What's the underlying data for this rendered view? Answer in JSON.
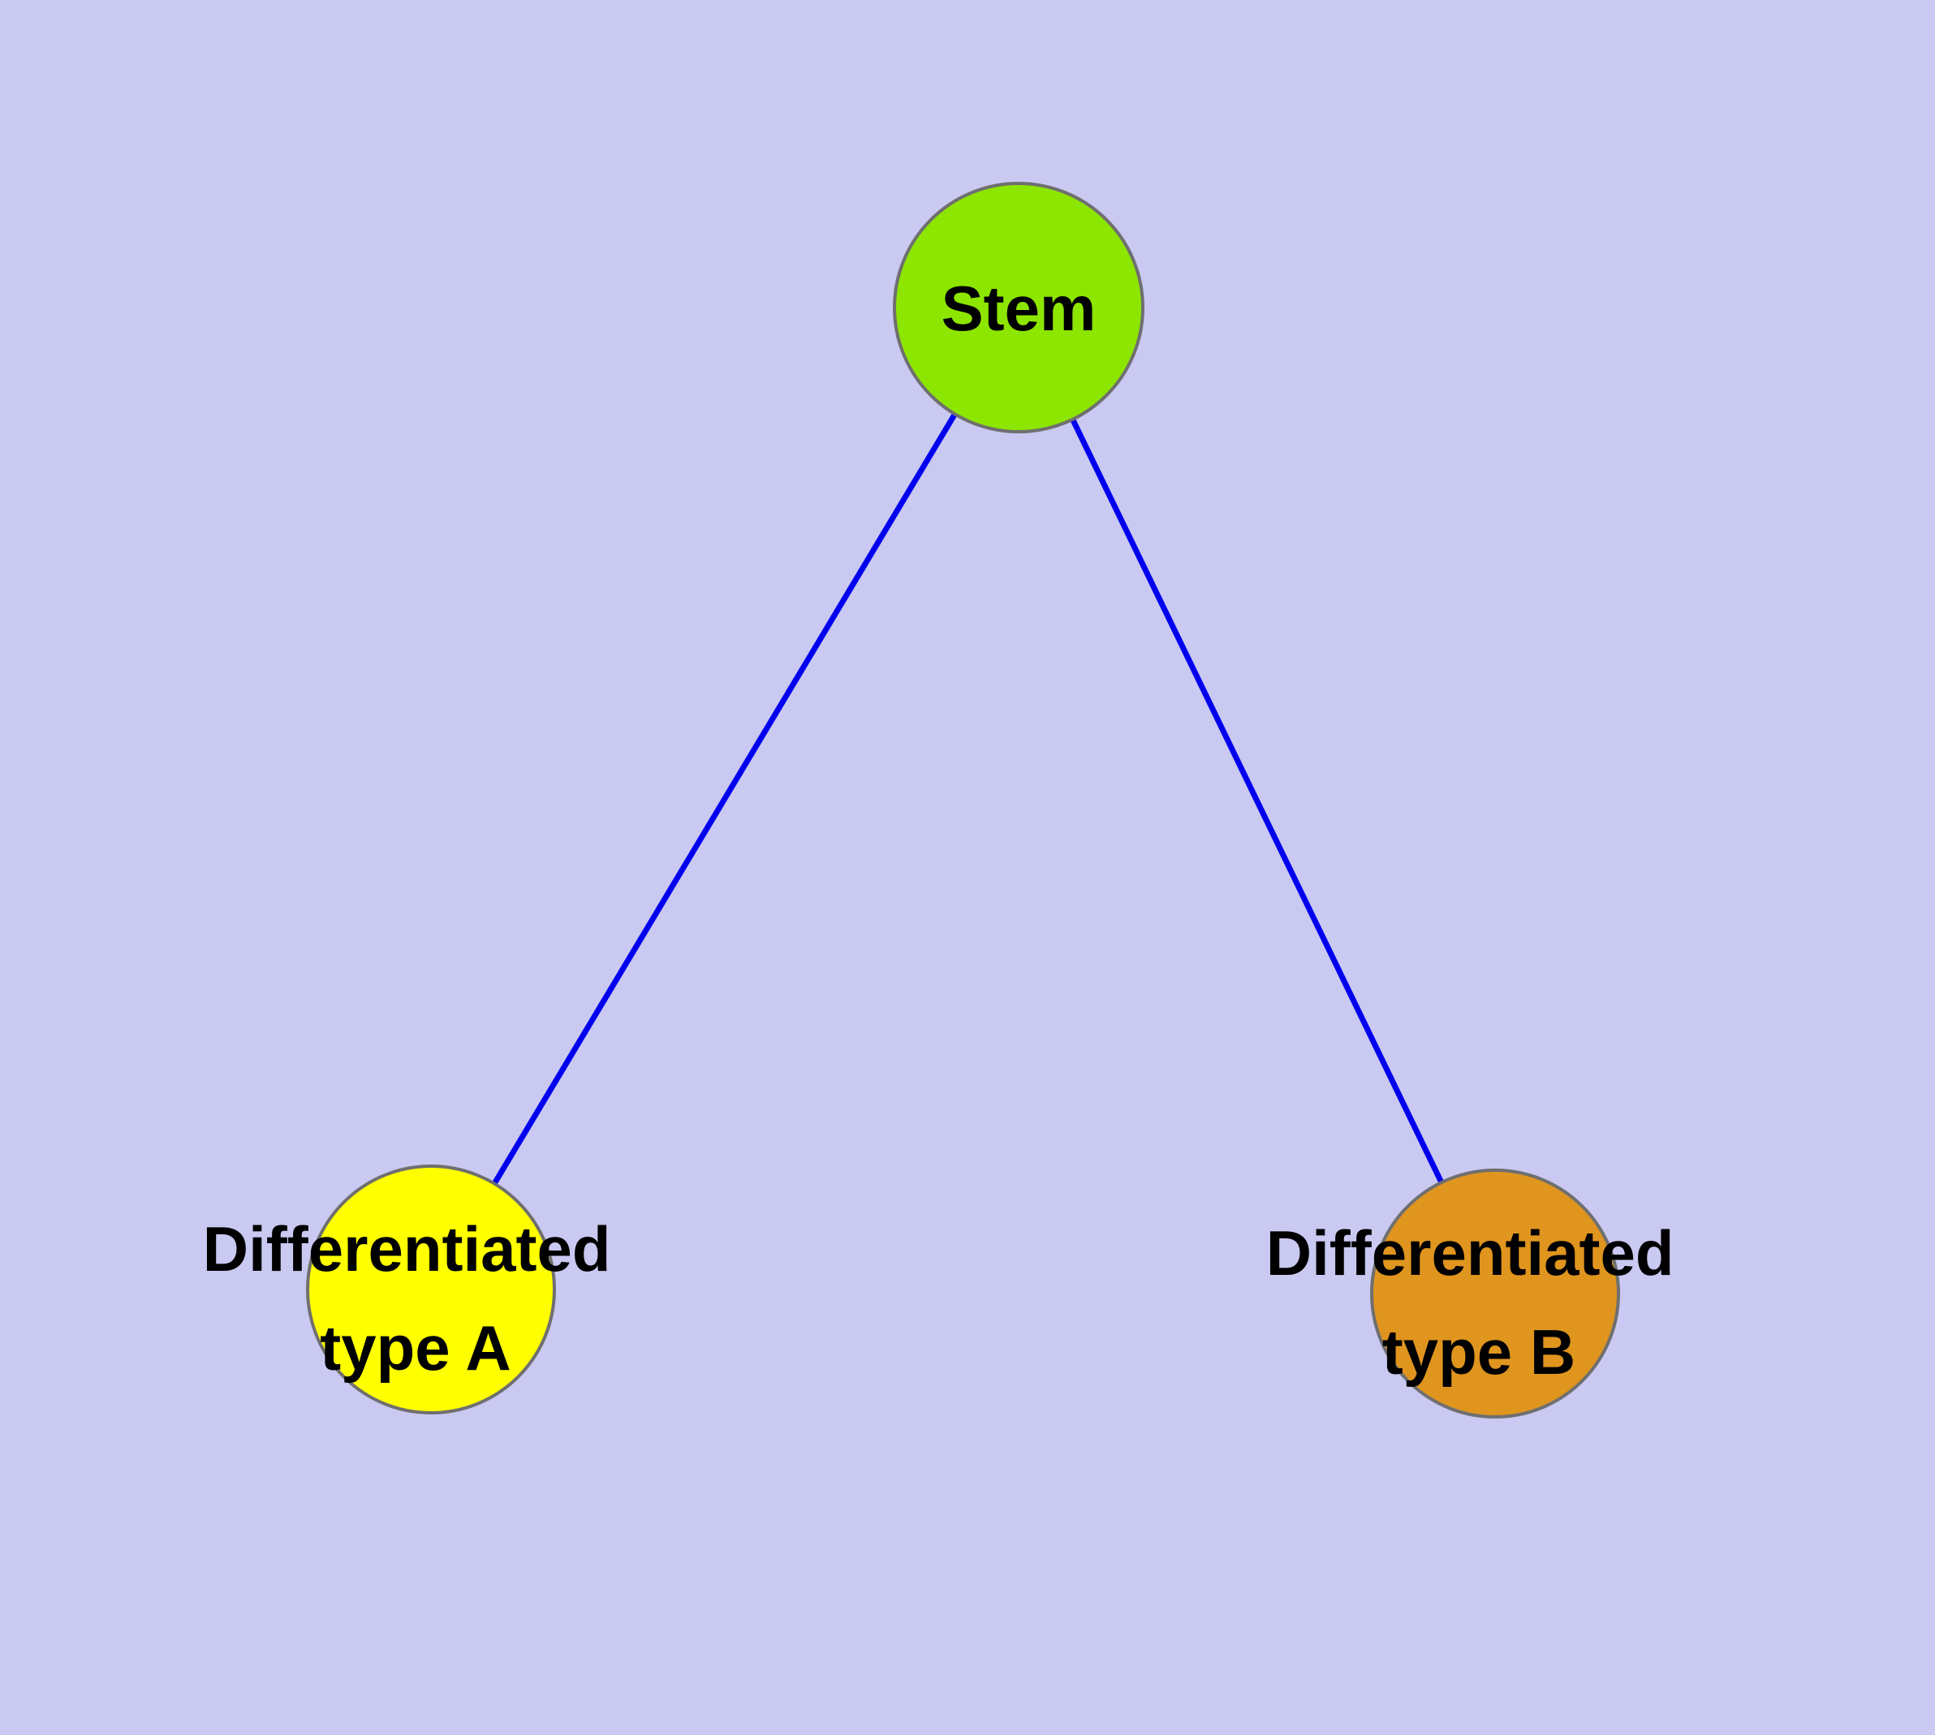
{
  "diagram": {
    "background_color": "#c9c9f2",
    "edge_color": "#0000ee",
    "node_border_color": "#6f6f6f",
    "label_color": "#000000",
    "nodes": {
      "stem": {
        "label": "Stem",
        "color": "#8de600"
      },
      "type_a": {
        "label_line1": "Differentiated",
        "label_line2": "type A",
        "color": "#ffff00"
      },
      "type_b": {
        "label_line1": "Differentiated",
        "label_line2": "type B",
        "color": "#e0951f"
      }
    },
    "edges": [
      {
        "from": "Stem",
        "to": "Differentiated type A"
      },
      {
        "from": "Stem",
        "to": "Differentiated type B"
      }
    ]
  }
}
